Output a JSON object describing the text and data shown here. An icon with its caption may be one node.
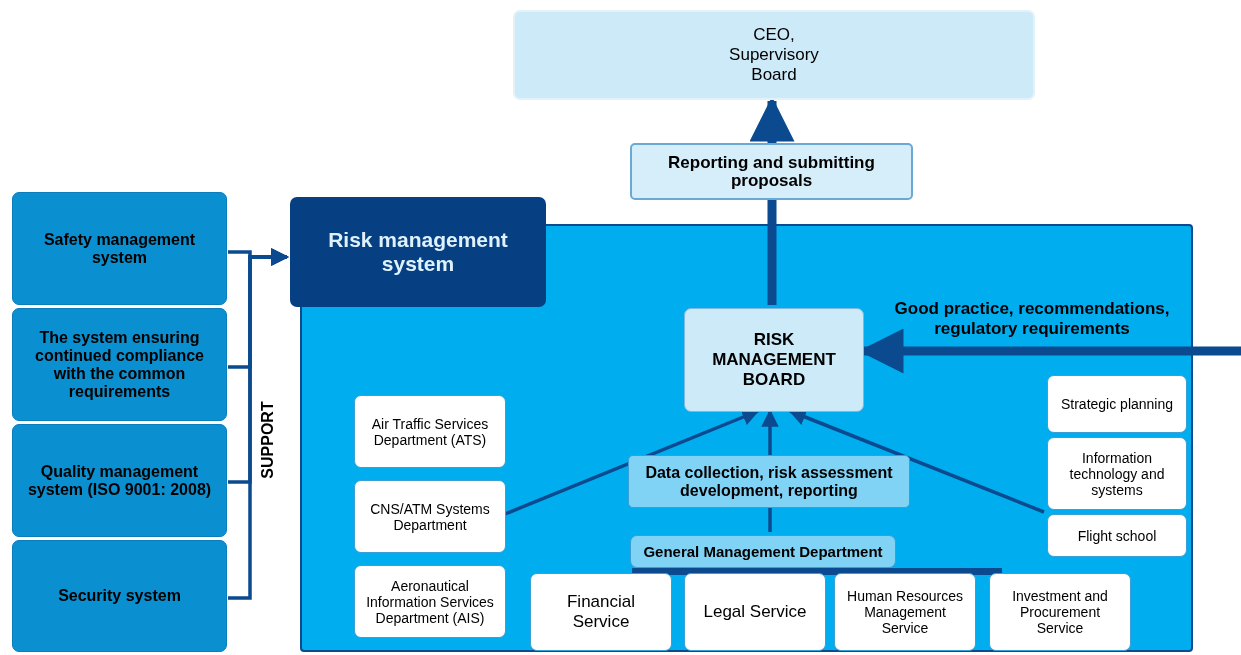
{
  "diagram": {
    "nodes": [
      {
        "text": [
          "CEO, Supervisory Board"
        ]
      },
      {
        "text": [
          "Safety management system"
        ]
      },
      {
        "text": [
          "The system ensuring continued compliance with the common requirements"
        ]
      },
      {
        "text": [
          "Quality management system (ISO 9001: 2008)"
        ]
      },
      {
        "text": [
          "Security system"
        ]
      },
      {
        "text": [
          "Risk management system"
        ]
      },
      {
        "text": [
          "RISK MANAGEMENT BOARD"
        ],
        "in": 5
      },
      {
        "text": [
          "Strategic planning"
        ],
        "in": 5
      },
      {
        "text": [
          "Air Traffic Services Department (ATS)"
        ],
        "in": 5
      },
      {
        "text": [
          "Information technology and systems"
        ],
        "in": 5
      },
      {
        "text": [
          "CNS/ATM Systems Department"
        ],
        "in": 5
      },
      {
        "text": [
          "Flight school"
        ],
        "in": 5
      },
      {
        "text": [
          "General Management Department"
        ],
        "in": 5
      },
      {
        "text": [
          "Aeronautical Information Services Department (AIS)"
        ],
        "in": 5
      },
      {
        "text": [
          "Financial Service"
        ],
        "in": 5
      },
      {
        "text": [
          "Legal Service"
        ],
        "in": 5
      },
      {
        "text": [
          "Human Resources Management Service"
        ],
        "in": 5
      },
      {
        "text": [
          "Investment and Procurement Service"
        ],
        "in": 5
      }
    ],
    "edges": [
      {
        "from": 1,
        "to": 5,
        "arrow": "to"
      },
      {
        "from": 2,
        "to": 5,
        "arrow": "to"
      },
      {
        "from": 3,
        "to": 5,
        "arrow": "to"
      },
      {
        "from": 4,
        "to": 5,
        "arrow": "to"
      },
      {
        "from": 6,
        "to": 0,
        "arrow": "to",
        "style": "thick",
        "label": "Reporting and submitting proposals"
      },
      {
        "from": null,
        "to": 6,
        "arrow": "to",
        "style": "thick",
        "label": "Good practice, recommendations, regulatory requirements"
      },
      {
        "from": 10,
        "to": 6,
        "arrow": "to"
      },
      {
        "from": 12,
        "to": 6,
        "arrow": "to",
        "label": "Data collection, risk assessment development, reporting"
      },
      {
        "from": 11,
        "to": 6,
        "arrow": "to"
      }
    ],
    "labels": [
      "SUPPORT"
    ]
  }
}
